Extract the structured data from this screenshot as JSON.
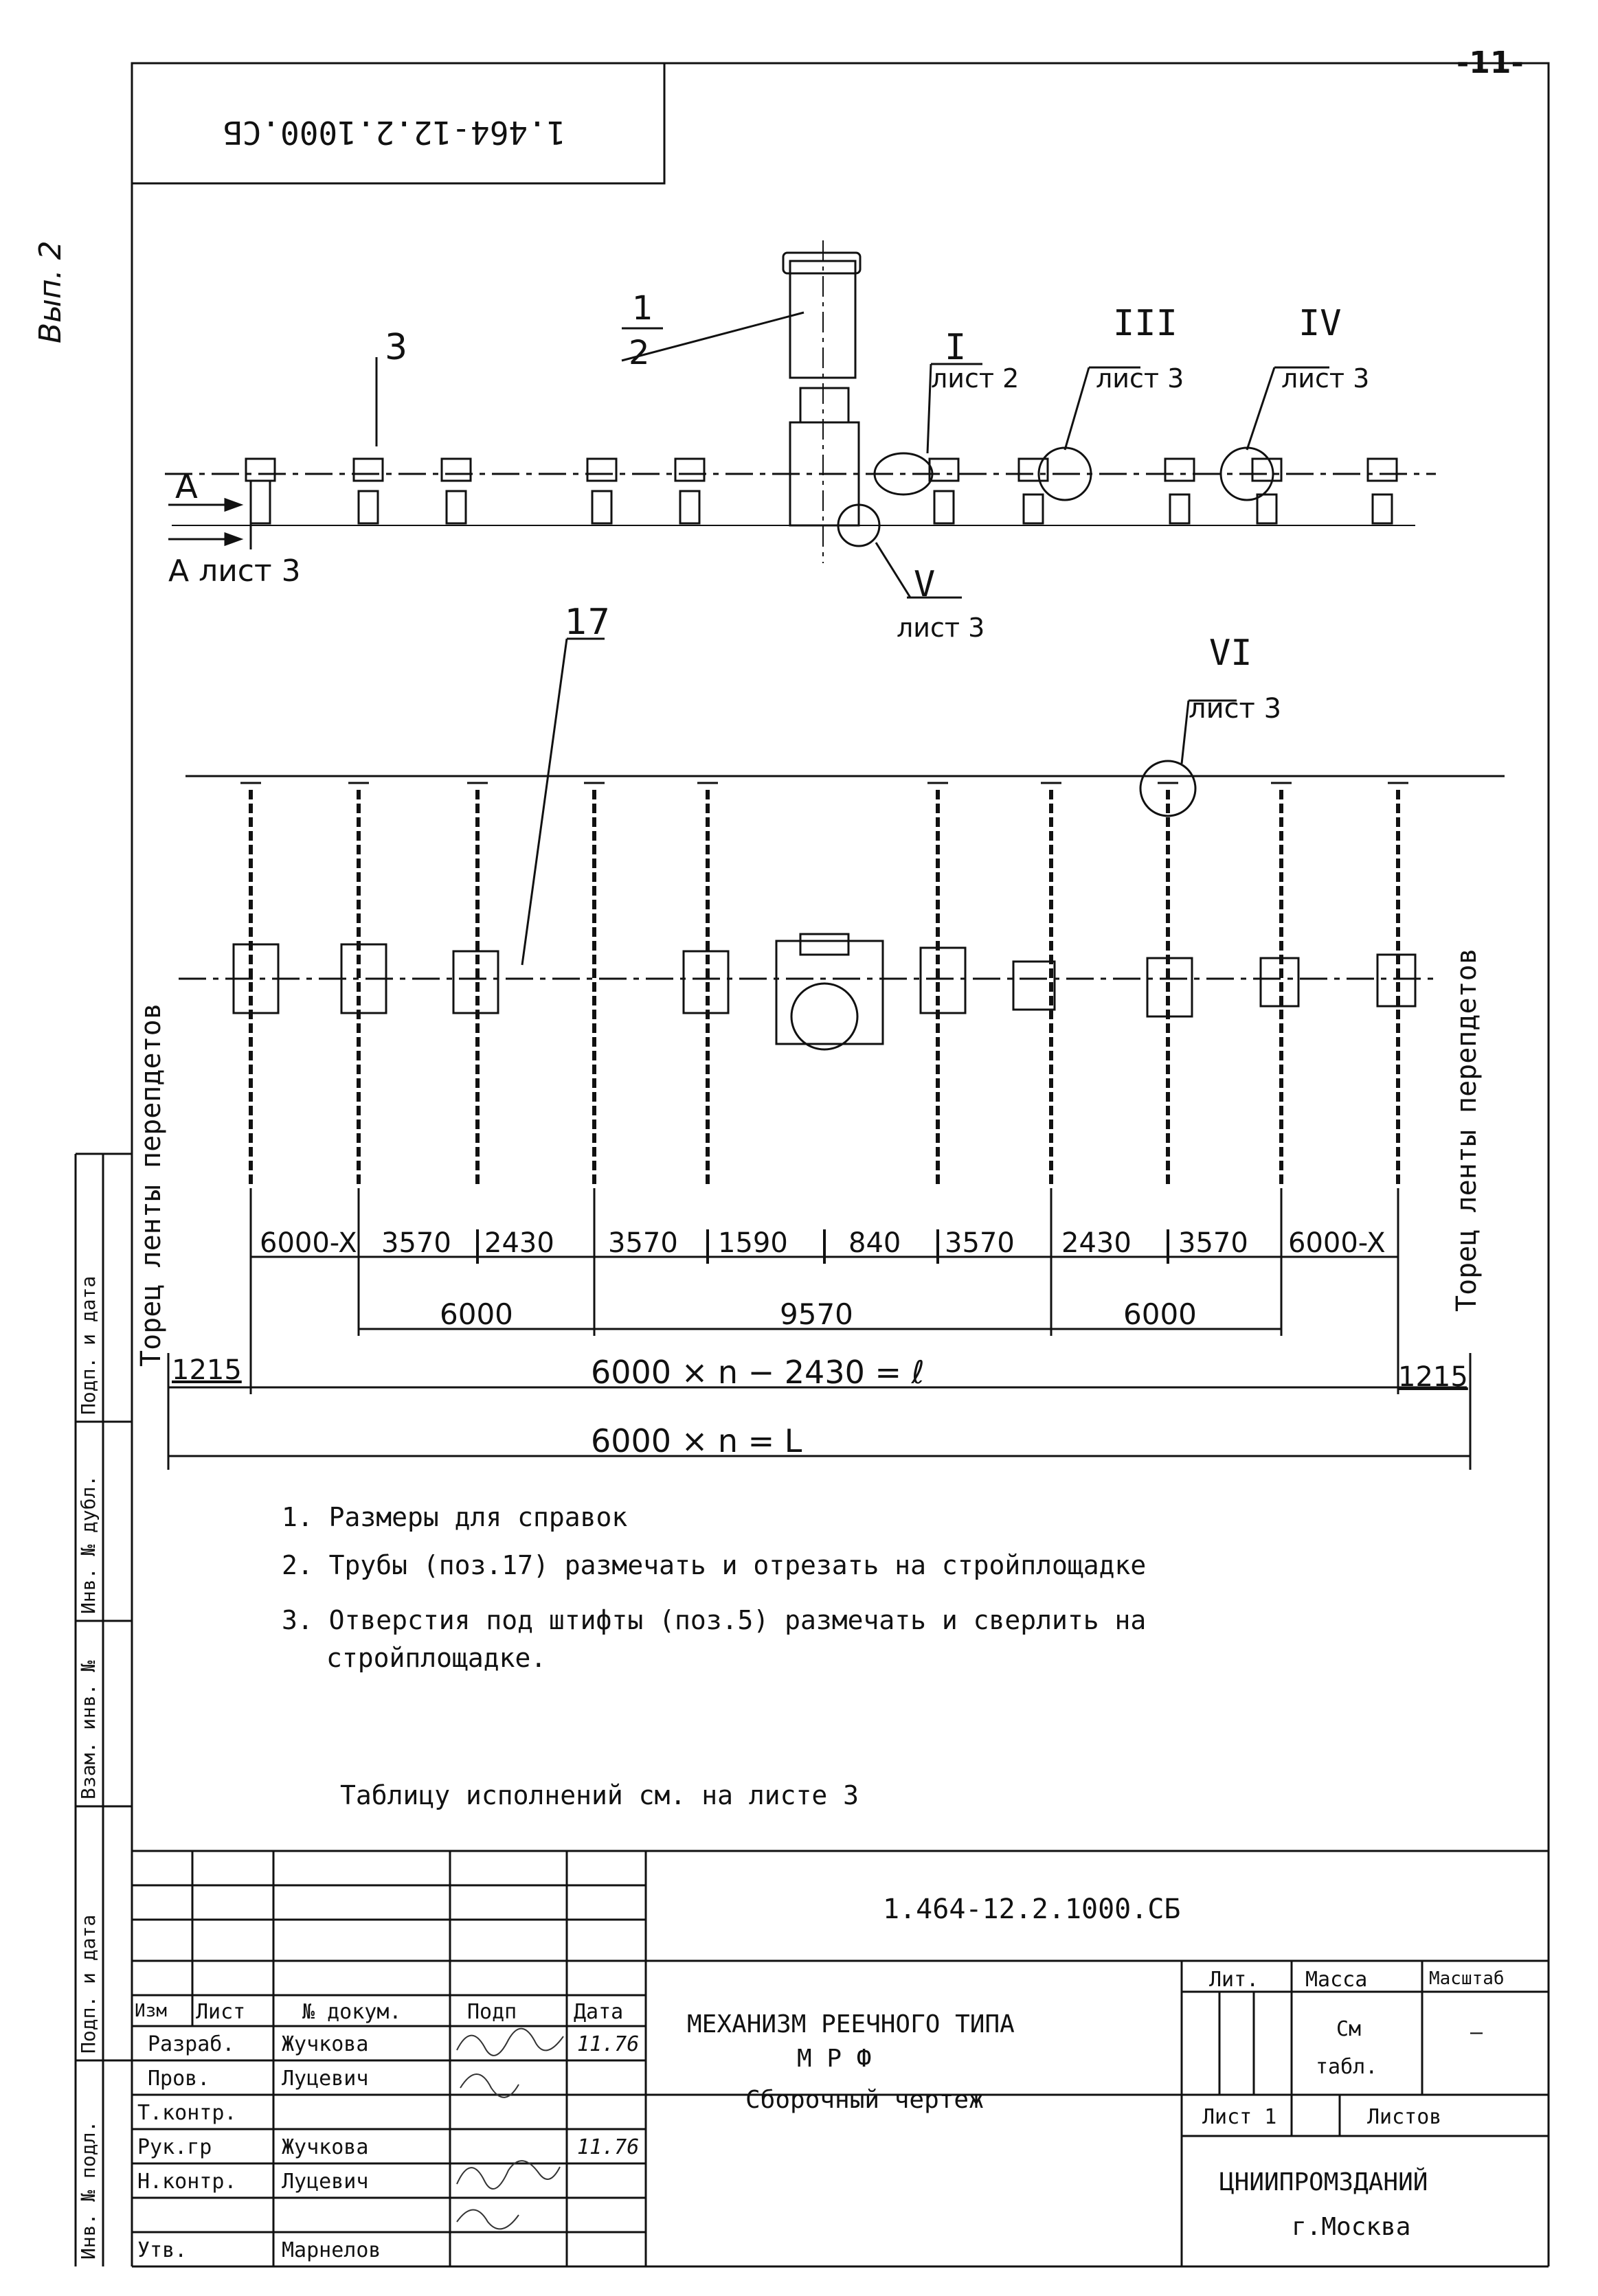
{
  "page_number": "-11-",
  "edition_mark": "Вып. 2",
  "stamp_top_code": "1.464-12.2.1000.СБ",
  "side_stamp_labels": [
    "Подп. и дата",
    "Инв. № дубл.",
    "Взам. инв. №",
    "Подп. и дата",
    "Инв. № подл."
  ],
  "top_view": {
    "callouts": {
      "pos1": "1",
      "pos2": "2",
      "pos3": "3",
      "node_I": "I",
      "node_I_sheet": "лист 2",
      "node_III": "III",
      "node_III_sheet": "лист 3",
      "node_IV": "IV",
      "node_IV_sheet": "лист 3",
      "node_V": "V",
      "node_V_sheet": "лист 3",
      "section_A": "A",
      "section_A_ref": "A лист 3"
    }
  },
  "plan_view": {
    "pos17": "17",
    "node_VI": "VI",
    "node_VI_sheet": "лист 3",
    "left_label": "Торец ленты перепдетов",
    "right_label": "Торец ленты перепдетов",
    "dim_row1": [
      "6000-X",
      "3570",
      "2430",
      "3570",
      "1590",
      "840",
      "3570",
      "2430",
      "3570",
      "6000-X"
    ],
    "dim_row2": [
      "6000",
      "9570",
      "6000"
    ],
    "dim_left_offset": "1215",
    "dim_right_offset": "1215",
    "dim_total_l": "6000 × n − 2430 = ℓ",
    "dim_total_L": "6000 × n = L"
  },
  "notes": [
    "1. Размеры для справок",
    "2. Трубы (поз.17) размечать и отрезать на стройплощадке",
    "3. Отверстия под штифты (поз.5) размечать и сверлить на",
    "стройплощадке."
  ],
  "table_reference": "Таблицу исполнений см. на листе 3",
  "title_block": {
    "doc_code": "1.464-12.2.1000.СБ",
    "title_line1": "МЕХАНИЗМ РЕЕЧНОГО ТИПА",
    "title_line2": "М Р Ф",
    "title_line3": "Сборочный чертеж",
    "col_headers": {
      "izm": "Изм",
      "list": "Лист",
      "doc": "№ докум.",
      "podp": "Подп",
      "data": "Дата"
    },
    "roles": [
      {
        "role": "Разраб.",
        "name": "Жучкова",
        "date": "11.76"
      },
      {
        "role": "Пров.",
        "name": "Луцевич",
        "date": ""
      },
      {
        "role": "Т.контр.",
        "name": "",
        "date": ""
      },
      {
        "role": "Рук.гр",
        "name": "Жучкова",
        "date": "11.76"
      },
      {
        "role": "Н.контр.",
        "name": "Луцевич",
        "date": ""
      },
      {
        "role": "Утв.",
        "name": "Марнелов",
        "date": ""
      }
    ],
    "lit_label": "Лит.",
    "mass_label": "Масса",
    "scale_label": "Масштаб",
    "mass_value_1": "См",
    "mass_value_2": "табл.",
    "scale_value": "—",
    "sheet_label": "Лист 1",
    "sheets_label": "Листов",
    "org_name": "ЦНИИПРОМЗДАНИЙ",
    "org_city": "г.Москва"
  }
}
